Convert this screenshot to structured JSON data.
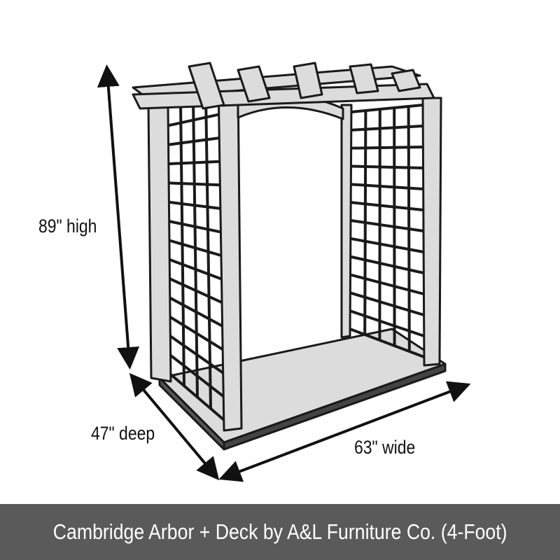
{
  "dimensions": {
    "height": "89\" high",
    "depth": "47\" deep",
    "width": "63\" wide"
  },
  "caption": "Cambridge Arbor + Deck by A&L Furniture Co. (4-Foot)",
  "colors": {
    "banner": "#5a5a5a",
    "wood": "#d9d9d9",
    "outline": "#1a1a1a"
  }
}
